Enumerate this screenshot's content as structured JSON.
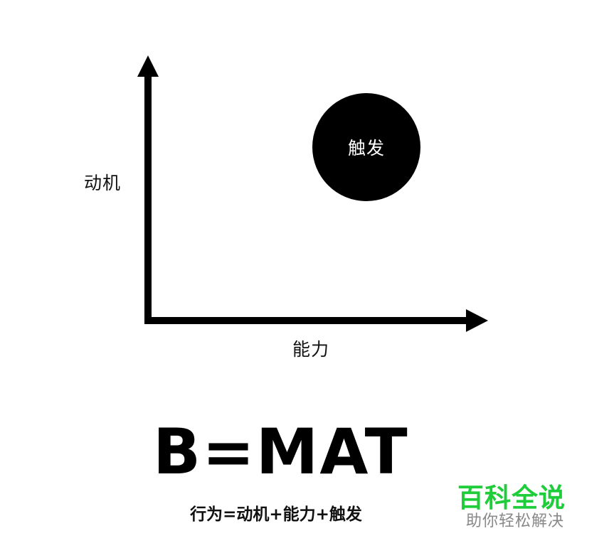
{
  "diagram": {
    "y_axis_label": "动机",
    "x_axis_label": "能力",
    "trigger_label": "触发",
    "colors": {
      "axis": "#000000",
      "circle": "#000000",
      "circle_text": "#ffffff",
      "background": "#ffffff"
    }
  },
  "formula": {
    "title": "B=MAT",
    "subtitle": "行为=动机+能力+触发"
  },
  "watermark": {
    "title": "百科全说",
    "subtitle": "助你轻松解决",
    "title_color": "#1fcc3a",
    "subtitle_color": "#888888"
  }
}
